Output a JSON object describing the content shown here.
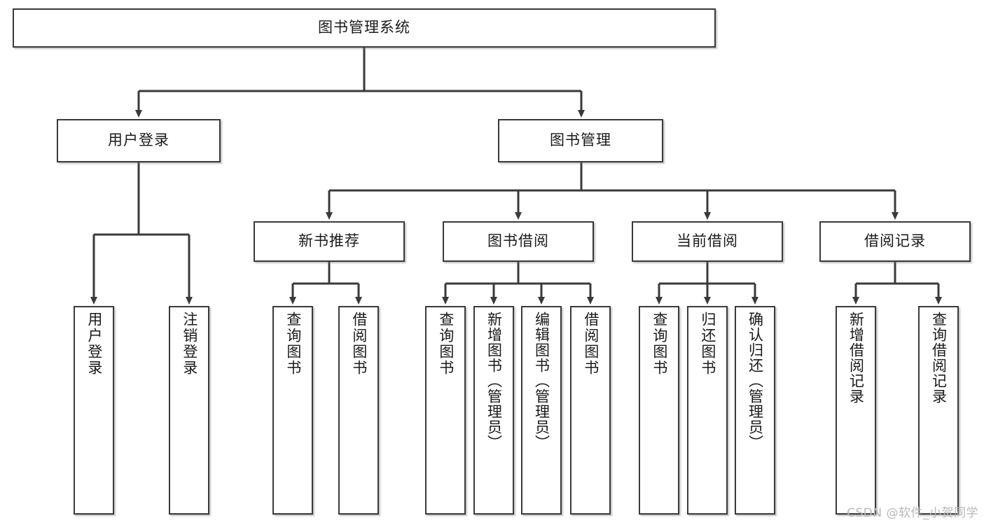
{
  "diagram": {
    "type": "tree-hierarchy-chart",
    "title": "图书管理系统",
    "watermark": "CSDN @软件_小贺同学",
    "colors": {
      "border": "#3a3a3a",
      "background": "#ffffff",
      "text": "#1a1a1a",
      "connector": "#3a3a3a",
      "watermark": "#b8b8b8"
    },
    "nodes": {
      "root": {
        "label": "图书管理系统",
        "orientation": "horizontal"
      },
      "level2": [
        {
          "label": "用户登录",
          "orientation": "horizontal"
        },
        {
          "label": "图书管理",
          "orientation": "horizontal"
        }
      ],
      "level3": [
        {
          "label": "新书推荐",
          "orientation": "horizontal"
        },
        {
          "label": "图书借阅",
          "orientation": "horizontal"
        },
        {
          "label": "当前借阅",
          "orientation": "horizontal"
        },
        {
          "label": "借阅记录",
          "orientation": "horizontal"
        }
      ],
      "leaves": {
        "user_login": [
          {
            "label": "用户登录",
            "orientation": "vertical"
          },
          {
            "label": "注销登录",
            "orientation": "vertical"
          }
        ],
        "new_book_recommend": [
          {
            "label": "查询图书",
            "orientation": "vertical"
          },
          {
            "label": "借阅图书",
            "orientation": "vertical"
          }
        ],
        "book_borrow": [
          {
            "label": "查询图书",
            "orientation": "vertical"
          },
          {
            "label": "新增图书（管理员）",
            "orientation": "vertical"
          },
          {
            "label": "编辑图书（管理员）",
            "orientation": "vertical"
          },
          {
            "label": "借阅图书",
            "orientation": "vertical"
          }
        ],
        "current_borrow": [
          {
            "label": "查询图书",
            "orientation": "vertical"
          },
          {
            "label": "归还图书",
            "orientation": "vertical"
          },
          {
            "label": "确认归还（管理员）",
            "orientation": "vertical"
          }
        ],
        "borrow_records": [
          {
            "label": "新增借阅记录",
            "orientation": "vertical"
          },
          {
            "label": "查询借阅记录",
            "orientation": "vertical"
          }
        ]
      }
    }
  }
}
